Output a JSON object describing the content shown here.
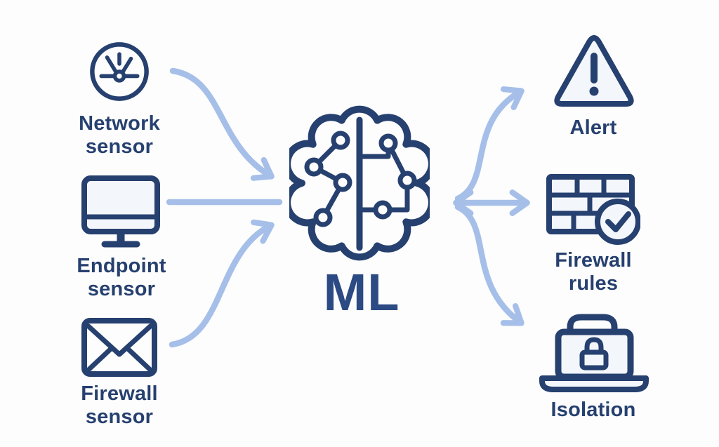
{
  "diagram": {
    "center": {
      "label": "ML",
      "icon": "brain-circuit-icon"
    },
    "inputs": [
      {
        "label_line1": "Network",
        "label_line2": "sensor",
        "icon": "network-node-icon"
      },
      {
        "label_line1": "Endpoint",
        "label_line2": "sensor",
        "icon": "monitor-icon"
      },
      {
        "label_line1": "Firewall",
        "label_line2": "sensor",
        "icon": "envelope-icon"
      }
    ],
    "outputs": [
      {
        "label_line1": "Alert",
        "label_line2": "",
        "icon": "warning-triangle-icon"
      },
      {
        "label_line1": "Firewall",
        "label_line2": "rules",
        "icon": "brick-wall-check-icon"
      },
      {
        "label_line1": "Isolation",
        "label_line2": "",
        "icon": "locked-laptop-icon"
      }
    ],
    "connections": [
      {
        "from": "Network sensor",
        "to": "ML"
      },
      {
        "from": "Endpoint sensor",
        "to": "ML"
      },
      {
        "from": "Firewall sensor",
        "to": "ML"
      },
      {
        "from": "ML",
        "to": "Alert"
      },
      {
        "from": "ML",
        "to": "Firewall rules"
      },
      {
        "from": "ML",
        "to": "Isolation"
      }
    ],
    "colors": {
      "navy": "#26406f",
      "ml_text": "#2c4a83",
      "arrow_blue": "#a6bfe9",
      "icon_fill": "#f3f6fb",
      "background": "#fdfdfd"
    }
  }
}
